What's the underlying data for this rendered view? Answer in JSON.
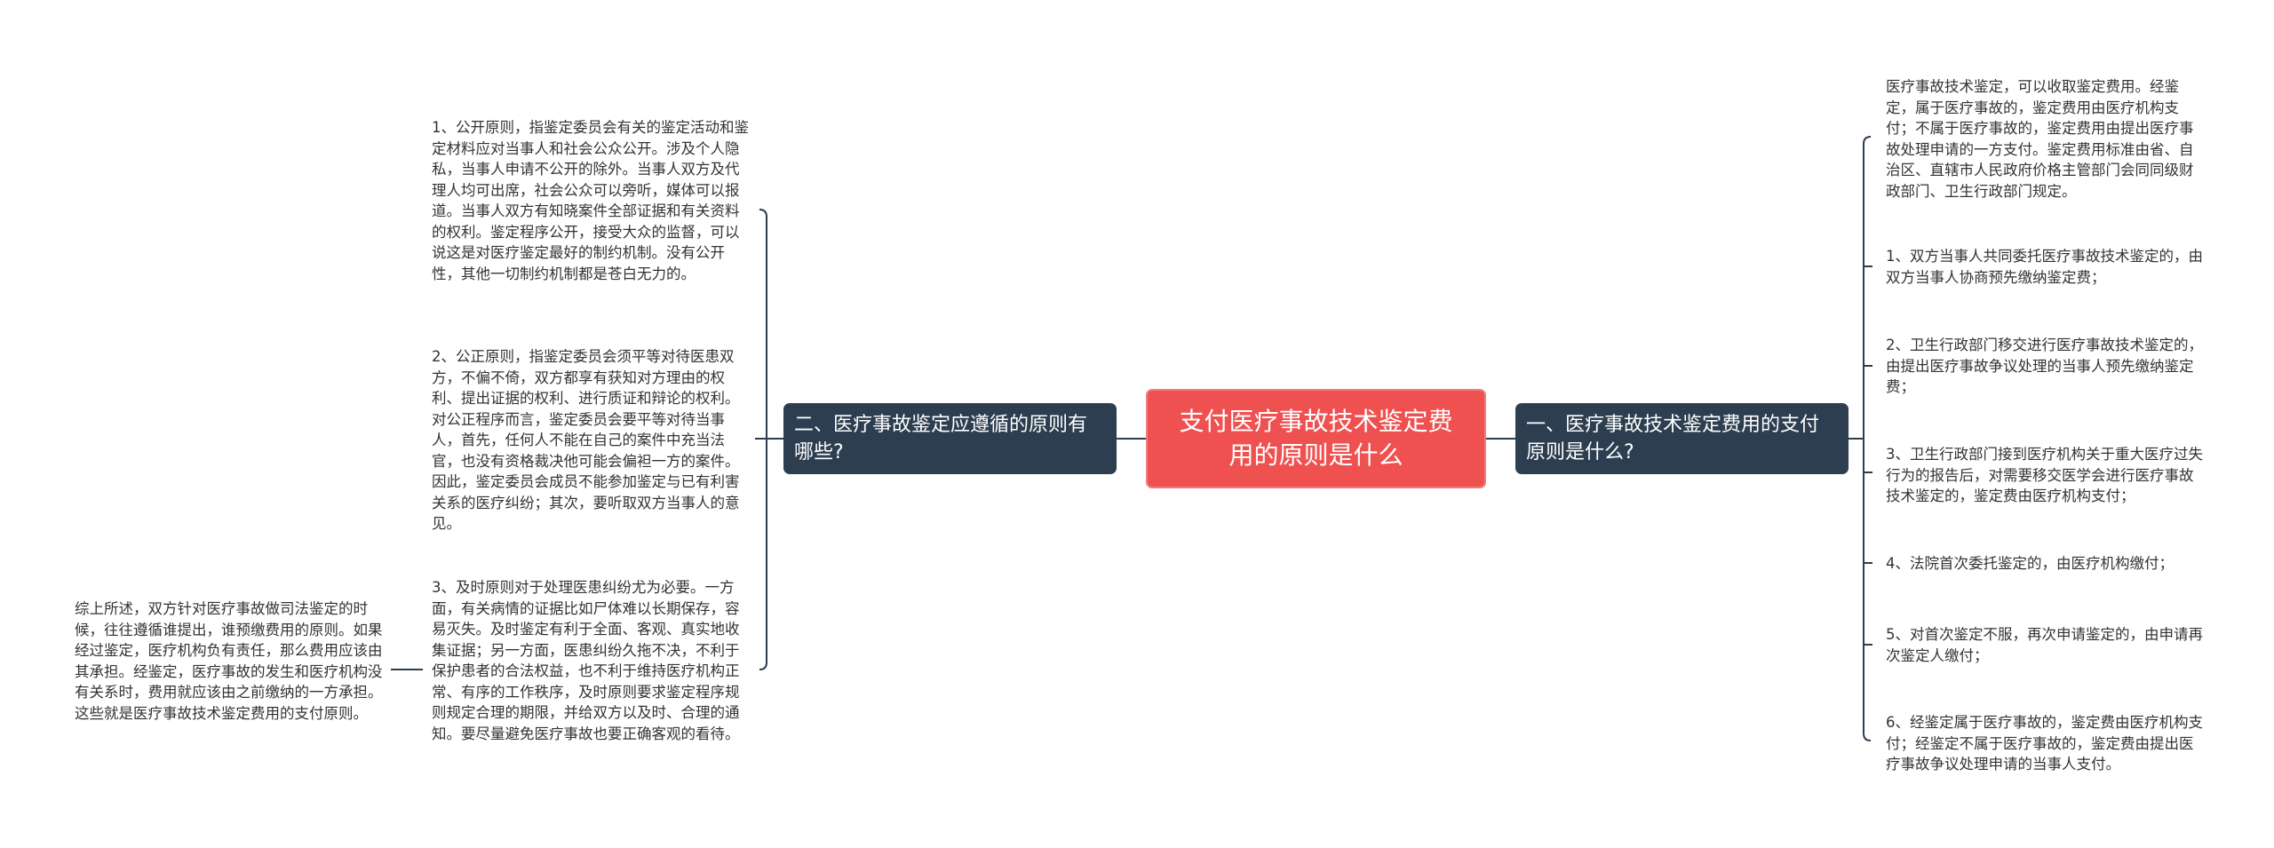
{
  "center": {
    "title": "支付医疗事故技术鉴定费用的原则是什么"
  },
  "right_branch": {
    "title": "一、医疗事故技术鉴定费用的支付原则是什么?",
    "leaves": [
      "医疗事故技术鉴定，可以收取鉴定费用。经鉴定，属于医疗事故的，鉴定费用由医疗机构支付；不属于医疗事故的，鉴定费用由提出医疗事故处理申请的一方支付。鉴定费用标准由省、自治区、直辖市人民政府价格主管部门会同同级财政部门、卫生行政部门规定。",
      "1、双方当事人共同委托医疗事故技术鉴定的，由双方当事人协商预先缴纳鉴定费；",
      "2、卫生行政部门移交进行医疗事故技术鉴定的，由提出医疗事故争议处理的当事人预先缴纳鉴定费；",
      "3、卫生行政部门接到医疗机构关于重大医疗过失行为的报告后，对需要移交医学会进行医疗事故技术鉴定的，鉴定费由医疗机构支付；",
      "4、法院首次委托鉴定的，由医疗机构缴付；",
      "5、对首次鉴定不服，再次申请鉴定的，由申请再次鉴定人缴付；",
      "6、经鉴定属于医疗事故的，鉴定费由医疗机构支付；经鉴定不属于医疗事故的，鉴定费由提出医疗事故争议处理申请的当事人支付。"
    ]
  },
  "left_branch": {
    "title": "二、医疗事故鉴定应遵循的原则有哪些?",
    "leaves": [
      "1、公开原则，指鉴定委员会有关的鉴定活动和鉴定材料应对当事人和社会公众公开。涉及个人隐私，当事人申请不公开的除外。当事人双方及代理人均可出席，社会公众可以旁听，媒体可以报道。当事人双方有知晓案件全部证据和有关资料的权利。鉴定程序公开，接受大众的监督，可以说这是对医疗鉴定最好的制约机制。没有公开性，其他一切制约机制都是苍白无力的。",
      "2、公正原则，指鉴定委员会须平等对待医患双方，不偏不倚，双方都享有获知对方理由的权利、提出证据的权利、进行质证和辩论的权利。对公正程序而言，鉴定委员会要平等对待当事人，首先，任何人不能在自己的案件中充当法官，也没有资格裁决他可能会偏袒一方的案件。因此，鉴定委员会成员不能参加鉴定与已有利害关系的医疗纠纷；其次，要听取双方当事人的意见。",
      "3、及时原则对于处理医患纠纷尤为必要。一方面，有关病情的证据比如尸体难以长期保存，容易灭失。及时鉴定有利于全面、客观、真实地收集证据；另一方面，医患纠纷久拖不决，不利于保护患者的合法权益，也不利于维持医疗机构正常、有序的工作秩序，及时原则要求鉴定程序规则规定合理的期限，并给双方以及时、合理的通知。要尽量避免医疗事故也要正确客观的看待。"
    ],
    "sub_leaf": "综上所述，双方针对医疗事故做司法鉴定的时候，往往遵循谁提出，谁预缴费用的原则。如果经过鉴定，医疗机构负有责任，那么费用应该由其承担。经鉴定，医疗事故的发生和医疗机构没有关系时，费用就应该由之前缴纳的一方承担。这些就是医疗事故技术鉴定费用的支付原则。"
  },
  "colors": {
    "center_fill": "#ef5151",
    "branch_fill": "#2c3e50",
    "link": "#2c3e50",
    "leaf_text": "#333333"
  }
}
